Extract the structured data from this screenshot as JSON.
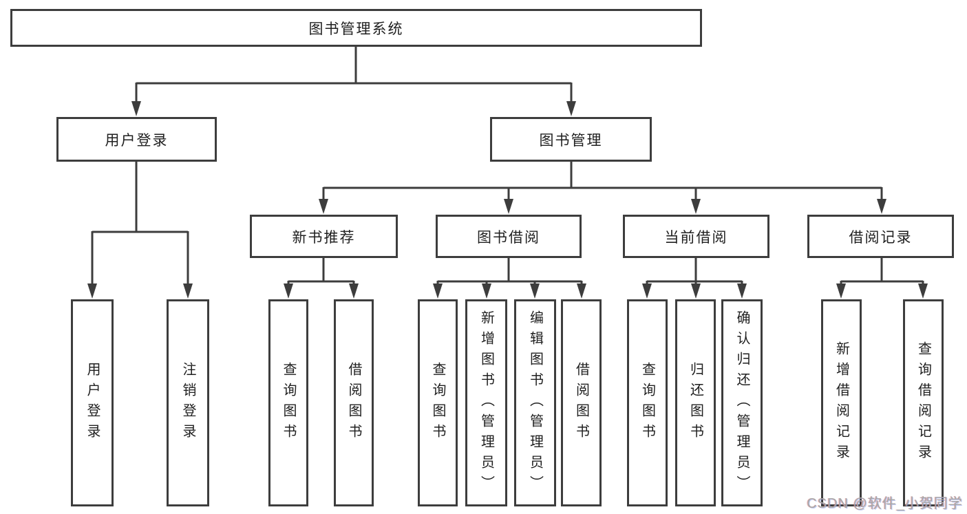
{
  "tree": {
    "root": {
      "label": "图书管理系统",
      "children": [
        {
          "label": "用户登录",
          "children": [
            {
              "label": "用户登录"
            },
            {
              "label": "注销登录"
            }
          ]
        },
        {
          "label": "图书管理",
          "children": [
            {
              "label": "新书推荐",
              "children": [
                {
                  "label": "查询图书"
                },
                {
                  "label": "借阅图书"
                }
              ]
            },
            {
              "label": "图书借阅",
              "children": [
                {
                  "label": "查询图书"
                },
                {
                  "label": "新增图书（管理员）"
                },
                {
                  "label": "编辑图书（管理员）"
                },
                {
                  "label": "借阅图书"
                }
              ]
            },
            {
              "label": "当前借阅",
              "children": [
                {
                  "label": "查询图书"
                },
                {
                  "label": "归还图书"
                },
                {
                  "label": "确认归还（管理员）"
                }
              ]
            },
            {
              "label": "借阅记录",
              "children": [
                {
                  "label": "新增借阅记录"
                },
                {
                  "label": "查询借阅记录"
                }
              ]
            }
          ]
        }
      ]
    }
  },
  "watermark": {
    "text": "CSDN @软件_小贺同学"
  },
  "colors": {
    "line": "#3d3d3d",
    "text": "#1f1f1f",
    "background": "#ffffff",
    "watermark": "#a8a8a8"
  }
}
